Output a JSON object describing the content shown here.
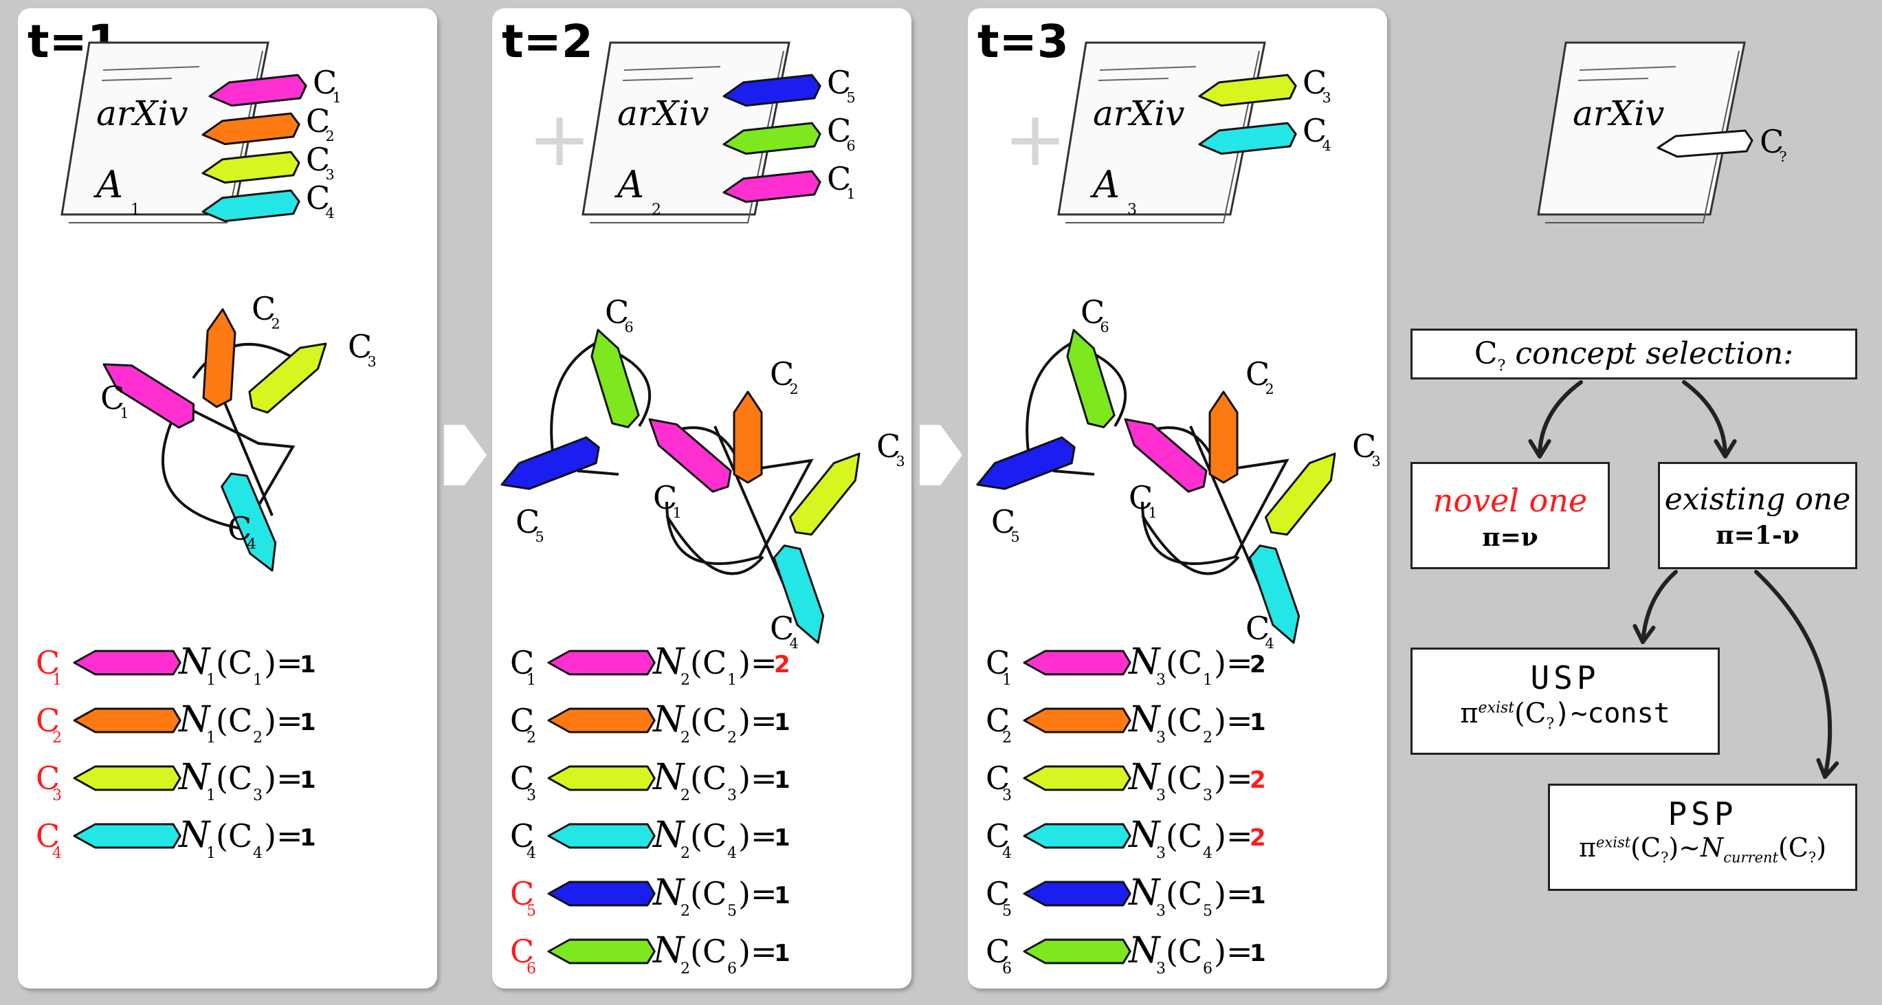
{
  "panels": [
    {
      "time_label": "t=1",
      "doc_label": "A",
      "doc_sub": "1",
      "doc_concepts": [
        {
          "name": "C",
          "sub": "1",
          "color": "#ff2fd2"
        },
        {
          "name": "C",
          "sub": "2",
          "color": "#ff7a12"
        },
        {
          "name": "C",
          "sub": "3",
          "color": "#d8f520"
        },
        {
          "name": "C",
          "sub": "4",
          "color": "#25e6e6"
        }
      ],
      "counts": [
        {
          "c": "C",
          "sub": "1",
          "color": "#ff2fd2",
          "novel": true,
          "nsub": "1",
          "value": "1",
          "value_red": false
        },
        {
          "c": "C",
          "sub": "2",
          "color": "#ff7a12",
          "novel": true,
          "nsub": "1",
          "value": "1",
          "value_red": false
        },
        {
          "c": "C",
          "sub": "3",
          "color": "#d8f520",
          "novel": true,
          "nsub": "1",
          "value": "1",
          "value_red": false
        },
        {
          "c": "C",
          "sub": "4",
          "color": "#25e6e6",
          "novel": true,
          "nsub": "1",
          "value": "1",
          "value_red": false
        }
      ]
    },
    {
      "time_label": "t=2",
      "doc_label": "A",
      "doc_sub": "2",
      "doc_concepts": [
        {
          "name": "C",
          "sub": "5",
          "color": "#1a1ef0"
        },
        {
          "name": "C",
          "sub": "6",
          "color": "#7ee81e"
        },
        {
          "name": "C",
          "sub": "1",
          "color": "#ff2fd2"
        }
      ],
      "counts": [
        {
          "c": "C",
          "sub": "1",
          "color": "#ff2fd2",
          "novel": false,
          "nsub": "2",
          "value": "2",
          "value_red": true
        },
        {
          "c": "C",
          "sub": "2",
          "color": "#ff7a12",
          "novel": false,
          "nsub": "2",
          "value": "1",
          "value_red": false
        },
        {
          "c": "C",
          "sub": "3",
          "color": "#d8f520",
          "novel": false,
          "nsub": "2",
          "value": "1",
          "value_red": false
        },
        {
          "c": "C",
          "sub": "4",
          "color": "#25e6e6",
          "novel": false,
          "nsub": "2",
          "value": "1",
          "value_red": false
        },
        {
          "c": "C",
          "sub": "5",
          "color": "#1a1ef0",
          "novel": true,
          "nsub": "2",
          "value": "1",
          "value_red": false
        },
        {
          "c": "C",
          "sub": "6",
          "color": "#7ee81e",
          "novel": true,
          "nsub": "2",
          "value": "1",
          "value_red": false
        }
      ]
    },
    {
      "time_label": "t=3",
      "doc_label": "A",
      "doc_sub": "3",
      "doc_concepts": [
        {
          "name": "C",
          "sub": "3",
          "color": "#d8f520"
        },
        {
          "name": "C",
          "sub": "4",
          "color": "#25e6e6"
        }
      ],
      "counts": [
        {
          "c": "C",
          "sub": "1",
          "color": "#ff2fd2",
          "novel": false,
          "nsub": "3",
          "value": "2",
          "value_red": false
        },
        {
          "c": "C",
          "sub": "2",
          "color": "#ff7a12",
          "novel": false,
          "nsub": "3",
          "value": "1",
          "value_red": false
        },
        {
          "c": "C",
          "sub": "3",
          "color": "#d8f520",
          "novel": false,
          "nsub": "3",
          "value": "2",
          "value_red": true
        },
        {
          "c": "C",
          "sub": "4",
          "color": "#25e6e6",
          "novel": false,
          "nsub": "3",
          "value": "2",
          "value_red": true
        },
        {
          "c": "C",
          "sub": "5",
          "color": "#1a1ef0",
          "novel": false,
          "nsub": "3",
          "value": "1",
          "value_red": false
        },
        {
          "c": "C",
          "sub": "6",
          "color": "#7ee81e",
          "novel": false,
          "nsub": "3",
          "value": "1",
          "value_red": false
        }
      ]
    }
  ],
  "doc_header": "arXiv",
  "plus": "+",
  "network_labels": {
    "c1": "C",
    "c2": "C",
    "c3": "C",
    "c4": "C",
    "c5": "C",
    "c6": "C"
  },
  "count_symbol": "N",
  "selection": {
    "unknown_concept": "C",
    "unknown_sub": "?",
    "title_rest": " concept selection:",
    "novel_title": "novel one",
    "novel_formula": "π=ν",
    "existing_title": "existing one",
    "existing_formula": "π=1-ν",
    "usp_title": "USP",
    "usp_formula_pre": "π",
    "usp_sup": "exist",
    "usp_formula_mid": "(C",
    "usp_formula_post": ")~const",
    "psp_title": "PSP",
    "psp_formula_post": ")~",
    "psp_current": "current"
  },
  "colors": {
    "red": "#ff1a1a",
    "magenta": "#ff2fd2",
    "orange": "#ff7a12",
    "yellow": "#d8f520",
    "cyan": "#25e6e6",
    "blue": "#1a1ef0",
    "green": "#7ee81e",
    "separator": "#ffffff",
    "plus": "#d6d6d6"
  }
}
